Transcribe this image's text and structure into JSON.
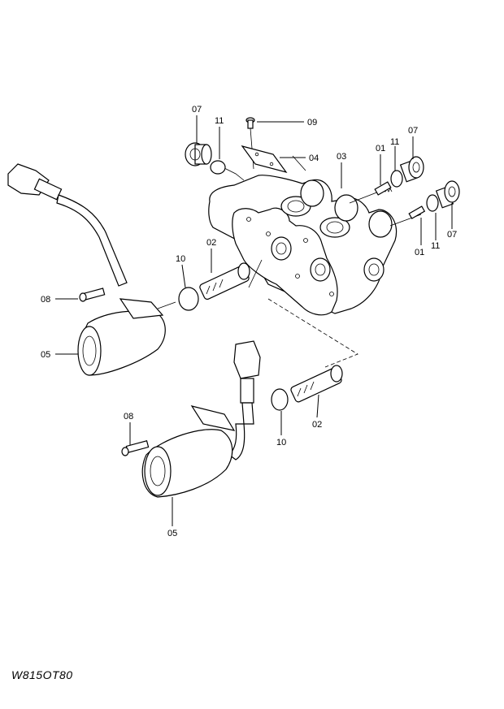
{
  "drawing_code": "W815OT80",
  "callouts": {
    "c01a": "01",
    "c01b": "01",
    "c02a": "02",
    "c02b": "02",
    "c03": "03",
    "c04": "04",
    "c05a": "05",
    "c05b": "05",
    "c07a": "07",
    "c07b": "07",
    "c07c": "07",
    "c08a": "08",
    "c08b": "08",
    "c09": "09",
    "c10a": "10",
    "c10b": "10",
    "c11a": "11",
    "c11b": "11",
    "c11c": "11"
  }
}
